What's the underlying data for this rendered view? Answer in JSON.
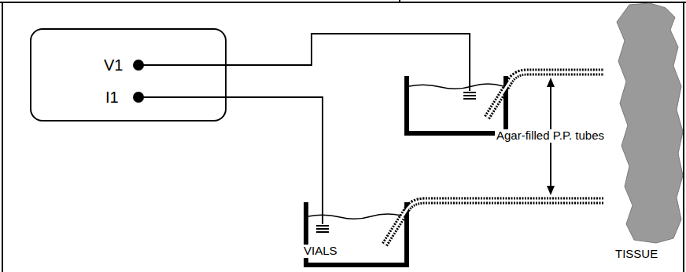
{
  "diagram": {
    "nodes": [
      {
        "text": [
          "V1",
          "I1"
        ]
      },
      {
        "text": [
          "TISSUE"
        ]
      }
    ],
    "labels": [
      "Agar-filled P.P. tubes",
      "VIALS"
    ]
  }
}
